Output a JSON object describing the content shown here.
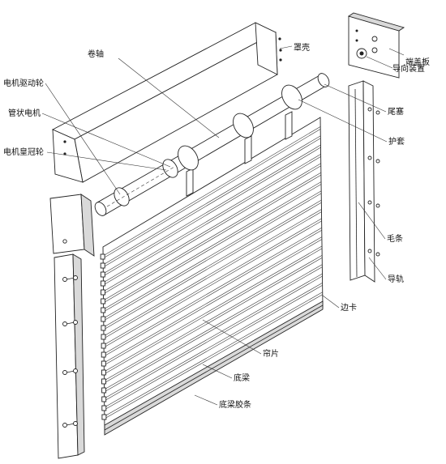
{
  "labels": {
    "shell": "罩壳",
    "reel_shaft": "卷轴",
    "end_cover": "端盖板",
    "motor_drive_wheel": "电机驱动轮",
    "guide_device": "导向装置",
    "tubular_motor": "管状电机",
    "tail_plug": "尾塞",
    "motor_crown_wheel": "电机皇冠轮",
    "sleeve": "护套",
    "brush_strip": "毛条",
    "guide_rail": "导轨",
    "lock_clip": "边卡",
    "slats": "帘片",
    "bottom_beam": "底梁",
    "bottom_beam_rubber": "底梁胶条"
  }
}
